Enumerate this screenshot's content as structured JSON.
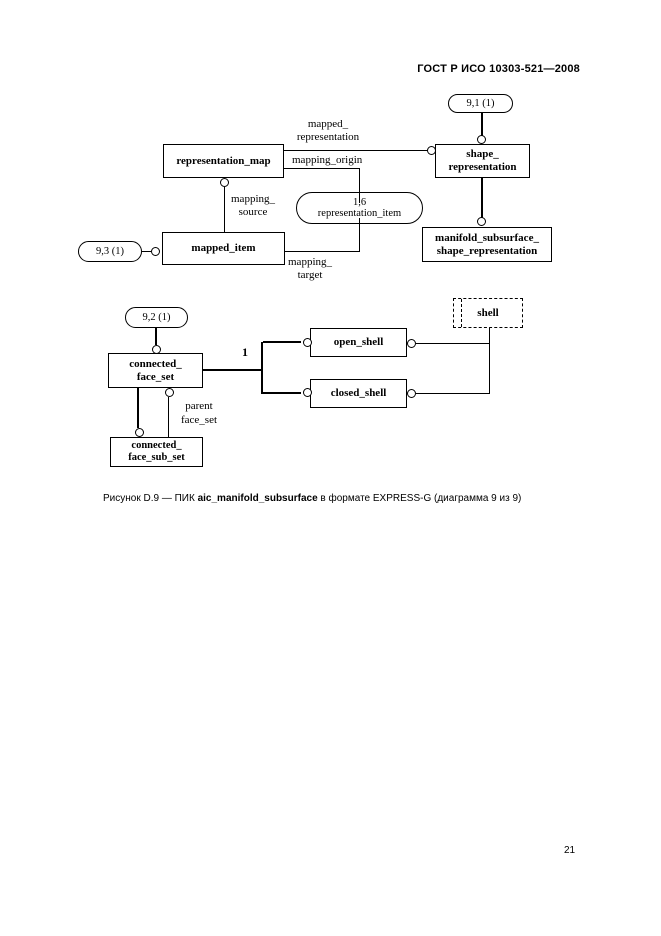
{
  "header": {
    "title": "ГОСТ Р ИСО 10303-521—2008"
  },
  "footer": {
    "page_number": "21"
  },
  "caption": {
    "prefix": "Рисунок D.9 — ПИК ",
    "figure_name": "aic_manifold_subsurface",
    "suffix": " в формате EXPRESS-G (диаграмма 9 из 9)"
  },
  "diagram": {
    "page_refs": {
      "r91": "9,1 (1)",
      "r93": "9,3 (1)",
      "r92": "9,2 (1)",
      "r16_line1": "1,6",
      "r16_line2": "representation_item"
    },
    "entities": {
      "representation_map": "representation_map",
      "shape_representation_l1": "shape_",
      "shape_representation_l2": "representation",
      "mapped_item": "mapped_item",
      "manifold_l1": "manifold_subsurface_",
      "manifold_l2": "shape_representation",
      "connected_face_set_l1": "connected_",
      "connected_face_set_l2": "face_set",
      "open_shell": "open_shell",
      "closed_shell": "closed_shell",
      "shell": "shell",
      "connected_face_sub_set_l1": "connected_",
      "connected_face_sub_set_l2": "face_sub_set"
    },
    "labels": {
      "mapped_representation_l1": "mapped_",
      "mapped_representation_l2": "representation",
      "mapping_origin": "mapping_origin",
      "mapping_source_l1": "mapping_",
      "mapping_source_l2": "source",
      "mapping_target_l1": "mapping_",
      "mapping_target_l2": "target",
      "parent_face_set_l1": "parent",
      "parent_face_set_l2": "face_set",
      "cardinality": "1"
    }
  }
}
